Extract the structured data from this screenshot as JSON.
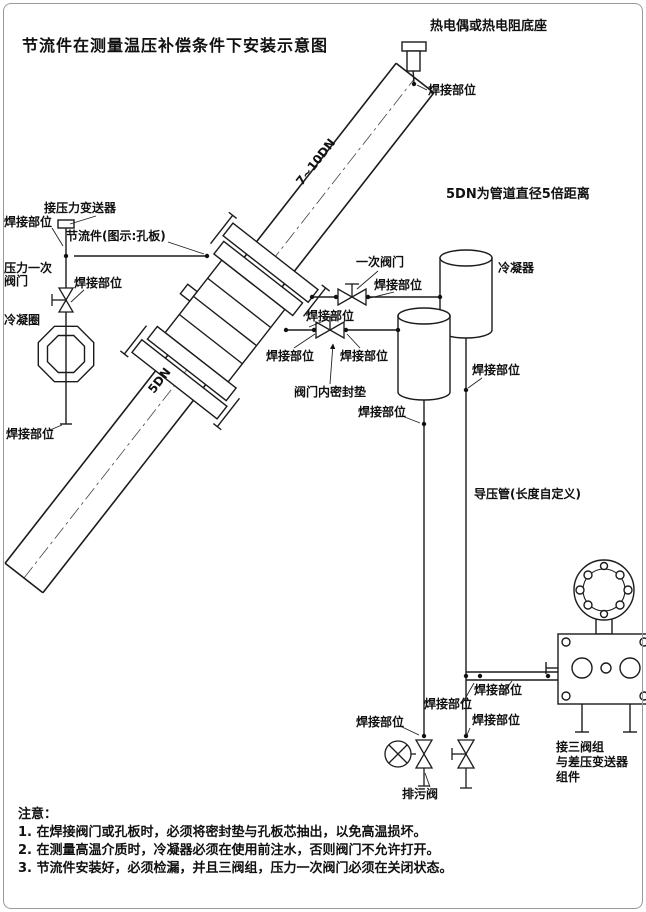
{
  "title": "节流件在测量温压补偿条件下安装示意图",
  "labels": {
    "thermo_base": "热电偶或热电阻底座",
    "weld": "焊接部位",
    "dn5_rule": "5DN为管道直径5倍距离",
    "span_7_10dn": "7~10DN",
    "dn5": "5DN",
    "pressure_transmitter_conn": "接压力变送器",
    "throttle_device": "节流件(图示:孔板)",
    "pressure_primary_valve_l1": "压力一次",
    "pressure_primary_valve_l2": "阀门",
    "condensation_ring": "冷凝圈",
    "primary_valve": "一次阀门",
    "condenser": "冷凝器",
    "valve_gasket": "阀门内密封垫",
    "impulse_pipe": "导压管(长度自定义)",
    "manifold_l1": "接三阀组",
    "manifold_l2": "与差压变送器",
    "manifold_l3": "组件",
    "drain_valve": "排污阀"
  },
  "notes": {
    "heading": "注意：",
    "items": [
      "1. 在焊接阀门或孔板时，必须将密封垫与孔板芯抽出，以免高温损坏。",
      "2. 在测量高温介质时，冷凝器必须在使用前注水，否则阀门不允许打开。",
      "3. 节流件安装好，必须检漏，并且三阀组，压力一次阀门必须在关闭状态。"
    ]
  }
}
